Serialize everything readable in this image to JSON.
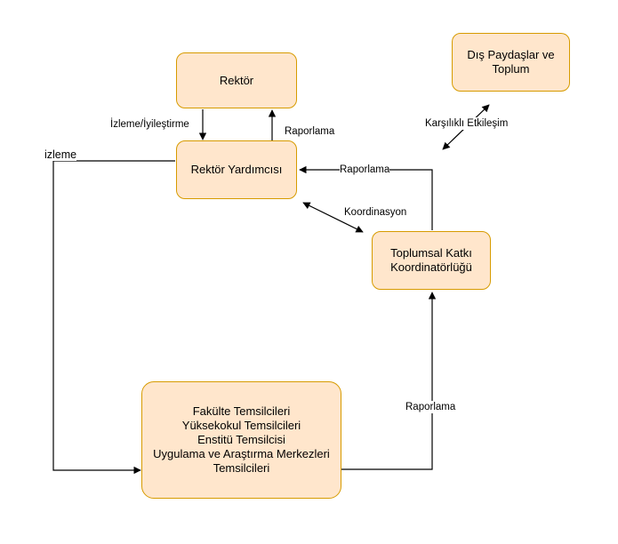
{
  "nodes": {
    "rektor": "Rektör",
    "rektor_yardimcisi": "Rektör Yardımcısı",
    "dis_paydaslar": [
      "Dış Paydaşlar ve",
      "Toplum"
    ],
    "toplumsal_katki": [
      "Toplumsal Katkı",
      "Koordinatörlüğü"
    ],
    "temsilciler": [
      "Fakülte Temsilcileri",
      "Yüksekokul Temsilcileri",
      "Enstitü Temsilcisi",
      "Uygulama ve Araştırma Merkezleri",
      "Temsilcileri"
    ]
  },
  "edge_labels": {
    "izleme_iyilestirme": "İzleme/İyileştirme",
    "raporlama_rektor": "Raporlama",
    "izleme": "izleme",
    "raporlama_koordinatorluk": "Raporlama",
    "koordinasyon": "Koordinasyon",
    "karsilikli_etkilesim": "Karşılıklı Etkileşim",
    "raporlama_temsilciler": "Raporlama"
  },
  "colors": {
    "node_fill": "#ffe6cc",
    "node_stroke": "#d79b00",
    "edge": "#000000"
  }
}
